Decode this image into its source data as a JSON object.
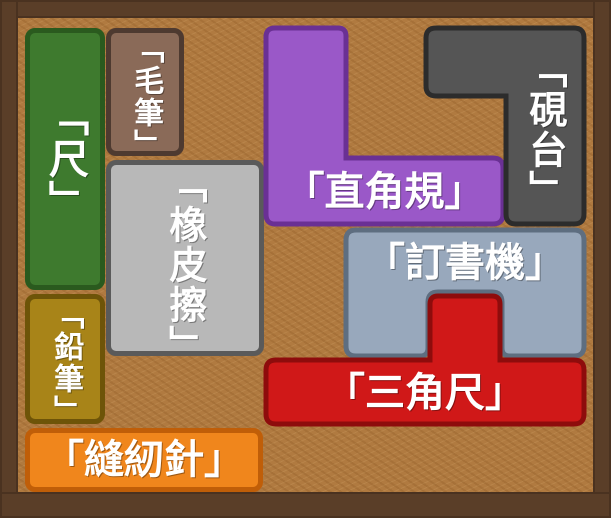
{
  "pieces": {
    "chi": {
      "label": "「尺」",
      "color": "#3e7a2e",
      "border": "#2a5a1e"
    },
    "maobi": {
      "label": "「毛筆」",
      "color": "#8a6a58",
      "border": "#4e3a30"
    },
    "xiangpica": {
      "label": "「橡皮擦」",
      "color": "#b8b8b8",
      "border": "#5a5a5a"
    },
    "zhijiaogui": {
      "label": "「直角規」",
      "color": "#9a58c8",
      "border": "#6a3094"
    },
    "yantai": {
      "label": "「硯台」",
      "color": "#555555",
      "border": "#2c2c2c"
    },
    "dingshuji": {
      "label": "「訂書機」",
      "color": "#98a8bc",
      "border": "#5e6e80"
    },
    "qianbi": {
      "label": "「鉛筆」",
      "color": "#a88418",
      "border": "#6e5408"
    },
    "sanjiaochi": {
      "label": "「三角尺」",
      "color": "#d01818",
      "border": "#8e0c0c"
    },
    "fengrenzhen": {
      "label": "「縫紉針」",
      "color": "#f0861c",
      "border": "#c05e08"
    }
  }
}
